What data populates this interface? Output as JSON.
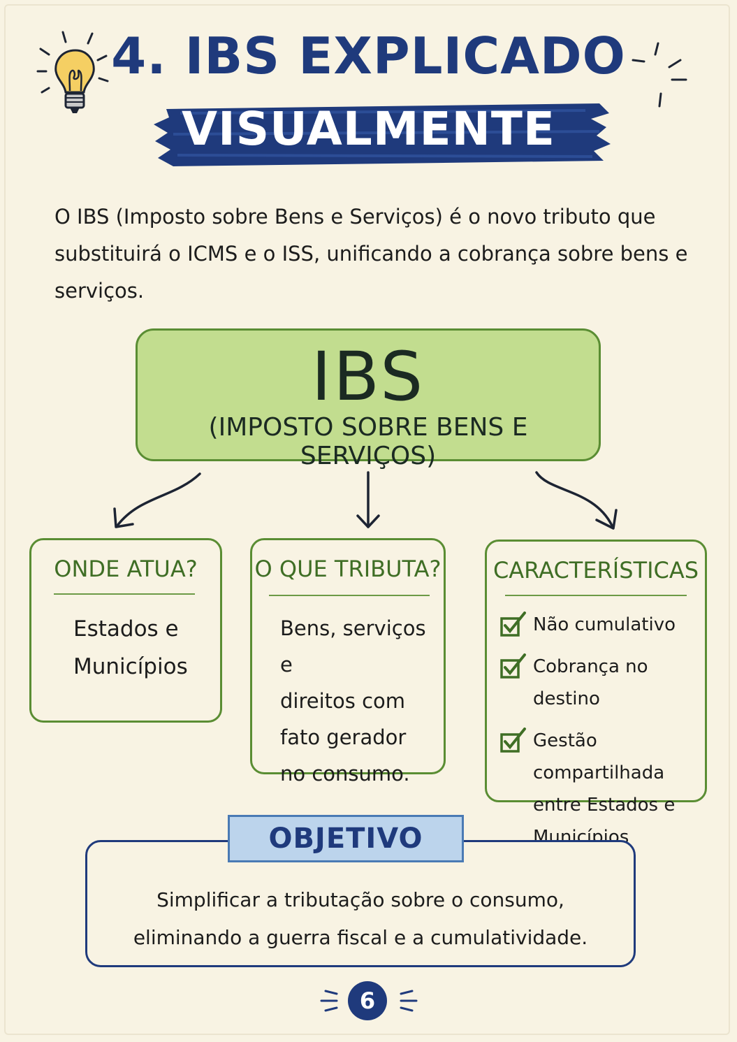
{
  "header": {
    "title_line1": "4. IBS EXPLICADO",
    "title_line2": "VISUALMENTE"
  },
  "intro": {
    "text": "O IBS (Imposto sobre Bens e Serviços) é o novo tributo que substituirá o ICMS e o ISS, unificando a cobrança sobre bens e serviços."
  },
  "ibs": {
    "name": "IBS",
    "full_name": "(IMPOSTO SOBRE BENS E SERVIÇOS)"
  },
  "cards": {
    "onde": {
      "title": "ONDE ATUA?",
      "lines": [
        "Estados e",
        "Municípios"
      ]
    },
    "tributa": {
      "title": "O QUE TRIBUTA?",
      "lines": [
        "Bens, serviços e",
        "direitos com",
        "fato gerador",
        "no consumo."
      ]
    },
    "caracteristicas": {
      "title": "CARACTERÍSTICAS",
      "items": [
        {
          "text": "Não cumulativo"
        },
        {
          "text": "Cobrança no destino"
        },
        {
          "text": "Gestão compartilhada entre Estados e Municípios"
        }
      ]
    }
  },
  "objetivo": {
    "label": "OBJETIVO",
    "line1": "Simplificar a tributação sobre o consumo,",
    "line2": "eliminando a guerra fiscal e a cumulatividade."
  },
  "page_number": "6",
  "icons": [
    "lightbulb-icon",
    "sparkle-icon",
    "arrow-icon",
    "checkbox-icon"
  ],
  "colors": {
    "background": "#f8f3e3",
    "title_blue": "#1f3a7c",
    "green_fill": "#c2dd8f",
    "green_border": "#5a8d33",
    "green_text": "#3f6e25",
    "objective_fill": "#bcd4ec"
  }
}
